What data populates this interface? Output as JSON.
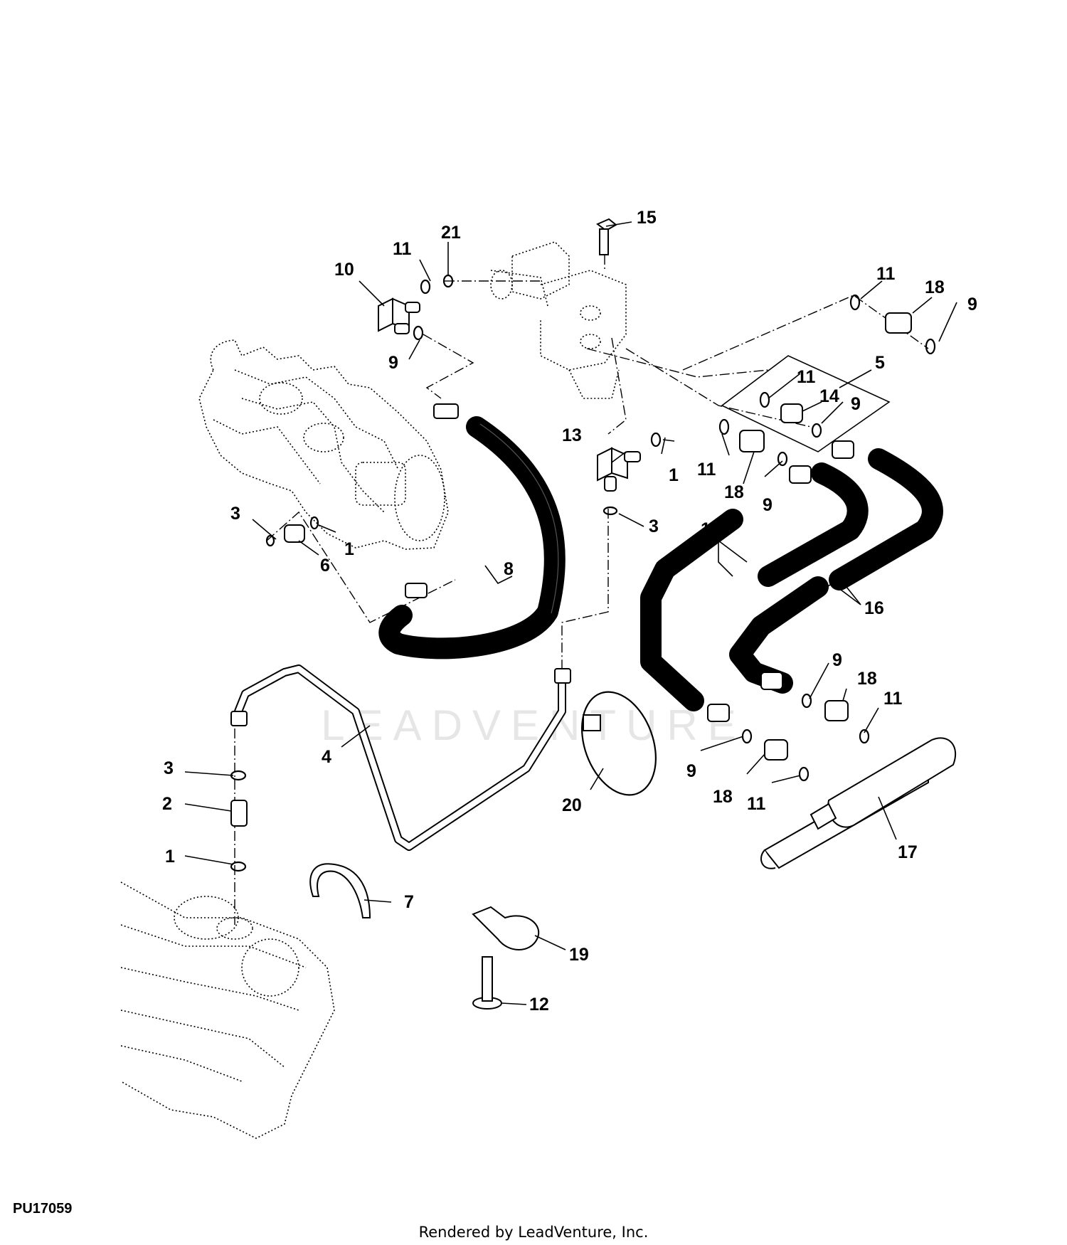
{
  "figure_id": "PU17059",
  "footer": "Rendered by LeadVenture, Inc.",
  "watermark": "LEADVENTURE",
  "callouts": {
    "c1a": "1",
    "c1b": "1",
    "c1c": "1",
    "c2": "2",
    "c3a": "3",
    "c3b": "3",
    "c3c": "3",
    "c4": "4",
    "c5": "5",
    "c6": "6",
    "c7": "7",
    "c8": "8",
    "c9a": "9",
    "c9b": "9",
    "c9c": "9",
    "c9d": "9",
    "c9e": "9",
    "c9f": "9",
    "c10": "10",
    "c11a": "11",
    "c11b": "11",
    "c11c": "11",
    "c11d": "11",
    "c11e": "11",
    "c11f": "11",
    "c12": "12",
    "c13": "13",
    "c14": "14",
    "c15": "15",
    "c16a": "16",
    "c16b": "16",
    "c17": "17",
    "c18a": "18",
    "c18b": "18",
    "c18c": "18",
    "c18d": "18",
    "c19": "19",
    "c20": "20",
    "c21": "21"
  }
}
